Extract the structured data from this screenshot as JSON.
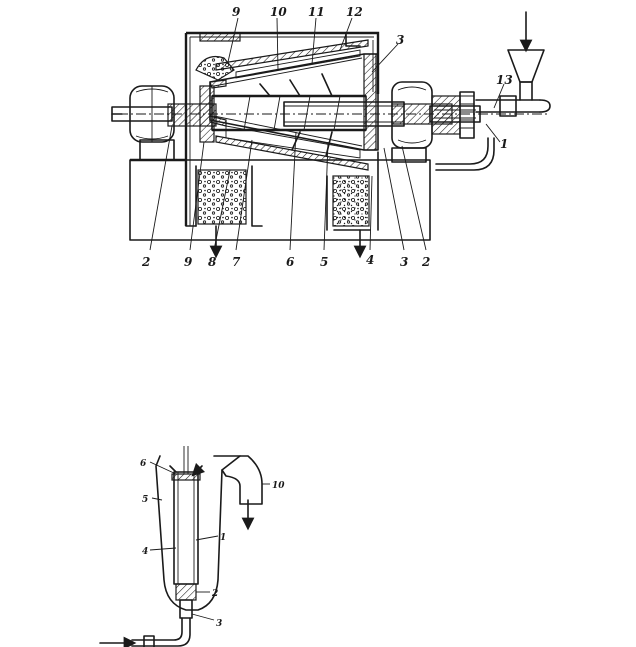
{
  "figure1": {
    "labels_top": [
      "9",
      "10",
      "11",
      "12",
      "3",
      "13",
      "1"
    ],
    "labels_bottom": [
      "2",
      "9",
      "8",
      "7",
      "6",
      "5",
      "4",
      "3",
      "2"
    ]
  },
  "figure2": {
    "labels": [
      "6",
      "5",
      "4",
      "1",
      "2",
      "3",
      "10"
    ]
  },
  "colors": {
    "ink": "#1a1a1a",
    "paper": "#ffffff"
  }
}
